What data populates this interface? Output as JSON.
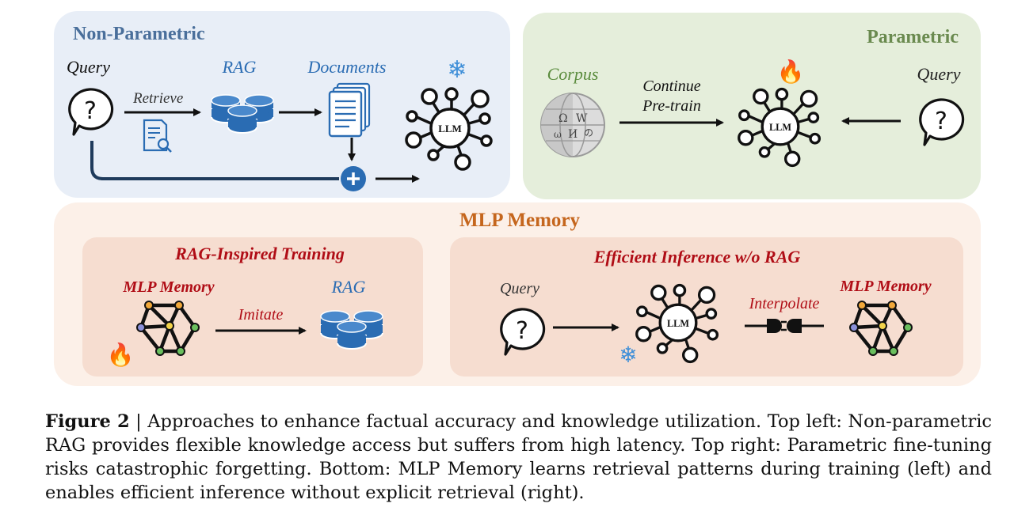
{
  "non_parametric": {
    "title": "Non-Parametric",
    "query_label": "Query",
    "retrieve_label": "Retrieve",
    "rag_label": "RAG",
    "documents_label": "Documents",
    "llm_label": "LLM",
    "snowflake": "❄"
  },
  "parametric": {
    "title": "Parametric",
    "corpus_label": "Corpus",
    "continue_label": "Continue",
    "pretrain_label": "Pre-train",
    "query_label": "Query",
    "llm_label": "LLM",
    "fire": "🔥",
    "wiki_glyphs": [
      "Ω",
      "W",
      "И",
      "の",
      "ω"
    ]
  },
  "mlp_memory": {
    "title": "MLP Memory",
    "training": {
      "title": "RAG-Inspired Training",
      "mlp_label": "MLP Memory",
      "imitate_label": "Imitate",
      "rag_label": "RAG",
      "fire": "🔥"
    },
    "inference": {
      "title": "Efficient Inference w/o RAG",
      "query_label": "Query",
      "interpolate_label": "Interpolate",
      "mlp_label": "MLP Memory",
      "llm_label": "LLM",
      "snowflake": "❄"
    }
  },
  "caption": {
    "label": "Figure 2",
    "separator": " | ",
    "text": "Approaches to enhance factual accuracy and knowledge utilization. Top left: Non-parametric RAG provides flexible knowledge access but suffers from high latency. Top right: Parametric fine-tuning risks catastrophic forgetting. Bottom: MLP Memory learns retrieval patterns during training (left) and enables efficient inference without explicit retrieval (right)."
  },
  "colors": {
    "non_parametric_bg": "#e8eef7",
    "non_parametric_title": "#4a6f9b",
    "rag_blue": "#2a6cb3",
    "parametric_bg": "#e5eedb",
    "parametric_title": "#6a8a4f",
    "corpus_green": "#5b8c3e",
    "mlp_bg": "#fcf0e8",
    "mlp_inner_bg": "#f6ddd0",
    "mlp_title": "#c5661d",
    "dark_red": "#b00d16",
    "navy": "#1f3b5c"
  }
}
